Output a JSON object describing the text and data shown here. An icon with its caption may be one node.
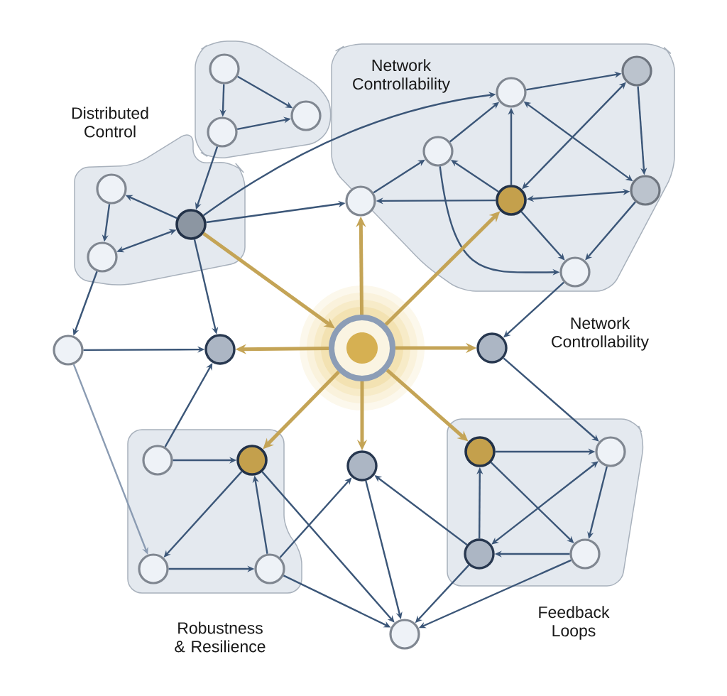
{
  "diagram": {
    "nodes": [
      {
        "text": [],
        "shape": "box"
      },
      {
        "text": [],
        "shape": "box"
      },
      {
        "text": [
          "Network Controllability"
        ]
      },
      {
        "text": [
          "Robustness & Resilience"
        ]
      },
      {
        "text": [
          "Feedback Loops"
        ]
      },
      {
        "text": [],
        "shape": "circle",
        "in": 0
      },
      {
        "text": [],
        "shape": "circle",
        "in": 0
      },
      {
        "text": [],
        "shape": "circle",
        "in": 0
      },
      {
        "text": [],
        "shape": "circle",
        "in": 1
      },
      {
        "text": [],
        "shape": "circle",
        "in": 1
      },
      {
        "text": [],
        "shape": "circle",
        "in": 1
      },
      {
        "text": [],
        "shape": "circle"
      },
      {
        "text": [],
        "shape": "circle",
        "in": 2
      },
      {
        "text": [],
        "shape": "circle",
        "in": 2
      },
      {
        "text": [],
        "shape": "circle",
        "in": 2
      },
      {
        "text": [],
        "shape": "circle",
        "in": 2
      },
      {
        "text": [],
        "shape": "circle",
        "in": 2
      },
      {
        "text": [],
        "shape": "circle",
        "in": 2
      },
      {
        "text": [],
        "shape": "circle"
      },
      {
        "text": [],
        "shape": "circle"
      },
      {
        "text": [],
        "shape": "circle"
      },
      {
        "text": [],
        "shape": "circle"
      },
      {
        "text": [],
        "shape": "circle",
        "in": 3
      },
      {
        "text": [],
        "shape": "circle",
        "in": 3
      },
      {
        "text": [],
        "shape": "circle",
        "in": 3
      },
      {
        "text": [],
        "shape": "circle",
        "in": 3
      },
      {
        "text": [],
        "shape": "circle"
      },
      {
        "text": [],
        "shape": "circle",
        "in": 4
      },
      {
        "text": [],
        "shape": "circle",
        "in": 4
      },
      {
        "text": [],
        "shape": "circle",
        "in": 4
      },
      {
        "text": [],
        "shape": "circle",
        "in": 4
      },
      {
        "text": [],
        "shape": "circle"
      }
    ],
    "edges": [
      {
        "from": 5,
        "to": 7,
        "arrow": "to"
      },
      {
        "from": 5,
        "to": 6,
        "arrow": "to"
      },
      {
        "from": 7,
        "to": 6,
        "arrow": "to"
      },
      {
        "from": 7,
        "to": 10,
        "arrow": "to"
      },
      {
        "from": 10,
        "to": 8,
        "arrow": "to"
      },
      {
        "from": 8,
        "to": 9,
        "arrow": "to"
      },
      {
        "from": 10,
        "to": 9,
        "arrow": "both"
      },
      {
        "from": 10,
        "to": 11,
        "arrow": "to"
      },
      {
        "from": 10,
        "to": 13,
        "arrow": "to"
      },
      {
        "from": 10,
        "to": 19,
        "arrow": "to"
      },
      {
        "from": 9,
        "to": 18,
        "arrow": "to"
      },
      {
        "from": 11,
        "to": 12,
        "arrow": "to"
      },
      {
        "from": 15,
        "to": 11,
        "arrow": "to"
      },
      {
        "from": 15,
        "to": 12,
        "arrow": "to"
      },
      {
        "from": 12,
        "to": 13,
        "arrow": "to"
      },
      {
        "from": 15,
        "to": 13,
        "arrow": "to"
      },
      {
        "from": 13,
        "to": 14,
        "arrow": "to"
      },
      {
        "from": 13,
        "to": 16,
        "arrow": "both"
      },
      {
        "from": 15,
        "to": 14,
        "arrow": "both"
      },
      {
        "from": 14,
        "to": 16,
        "arrow": "to"
      },
      {
        "from": 15,
        "to": 16,
        "arrow": "both"
      },
      {
        "from": 15,
        "to": 17,
        "arrow": "to"
      },
      {
        "from": 16,
        "to": 17,
        "arrow": "to"
      },
      {
        "from": 12,
        "to": 17,
        "arrow": "to"
      },
      {
        "from": 17,
        "to": 21,
        "arrow": "to"
      },
      {
        "from": 18,
        "to": 19,
        "arrow": "to"
      },
      {
        "from": 18,
        "to": 24,
        "arrow": "to",
        "color": "#8a9bb2"
      },
      {
        "from": 22,
        "to": 19,
        "arrow": "to"
      },
      {
        "from": 22,
        "to": 23,
        "arrow": "to"
      },
      {
        "from": 23,
        "to": 24,
        "arrow": "to"
      },
      {
        "from": 24,
        "to": 25,
        "arrow": "to"
      },
      {
        "from": 25,
        "to": 23,
        "arrow": "to"
      },
      {
        "from": 23,
        "to": 31,
        "arrow": "to"
      },
      {
        "from": 25,
        "to": 26,
        "arrow": "to"
      },
      {
        "from": 25,
        "to": 31,
        "arrow": "to"
      },
      {
        "from": 26,
        "to": 31,
        "arrow": "to"
      },
      {
        "from": 29,
        "to": 26,
        "arrow": "to"
      },
      {
        "from": 29,
        "to": 31,
        "arrow": "to"
      },
      {
        "from": 30,
        "to": 31,
        "arrow": "to"
      },
      {
        "from": 21,
        "to": 28,
        "arrow": "to"
      },
      {
        "from": 27,
        "to": 28,
        "arrow": "to"
      },
      {
        "from": 27,
        "to": 30,
        "arrow": "to"
      },
      {
        "from": 29,
        "to": 27,
        "arrow": "to"
      },
      {
        "from": 28,
        "to": 29,
        "arrow": "both"
      },
      {
        "from": 28,
        "to": 30,
        "arrow": "to"
      },
      {
        "from": 30,
        "to": 29,
        "arrow": "to"
      },
      {
        "from": 10,
        "to": 20,
        "arrow": "to",
        "style": "thick",
        "color": "#c4a456"
      },
      {
        "from": 20,
        "to": 19,
        "arrow": "to",
        "style": "thick",
        "color": "#c4a456"
      },
      {
        "from": 20,
        "to": 11,
        "arrow": "to",
        "style": "thick",
        "color": "#c4a456"
      },
      {
        "from": 20,
        "to": 15,
        "arrow": "to",
        "style": "thick",
        "color": "#c4a456"
      },
      {
        "from": 20,
        "to": 21,
        "arrow": "to",
        "style": "thick",
        "color": "#c4a456"
      },
      {
        "from": 20,
        "to": 23,
        "arrow": "to",
        "style": "thick",
        "color": "#c4a456"
      },
      {
        "from": 20,
        "to": 26,
        "arrow": "to",
        "style": "thick",
        "color": "#c4a456"
      },
      {
        "from": 20,
        "to": 27,
        "arrow": "to",
        "style": "thick",
        "color": "#c4a456"
      }
    ],
    "labels": [
      "Distributed Control",
      "Network Controllability"
    ]
  }
}
